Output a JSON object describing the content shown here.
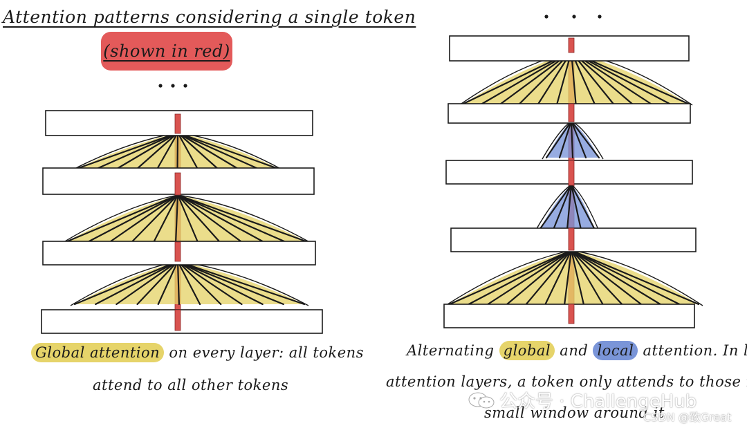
{
  "title": "Attention patterns considering a single token",
  "subtitle": "(shown in red)",
  "left_caption": {
    "highlight": "Global attention",
    "rest_line1": " on every layer: all tokens",
    "line2": "attend to all other tokens"
  },
  "right_caption": {
    "prefix": "Alternating ",
    "global_word": "global",
    "and_word": " and ",
    "local_word": "local",
    "rest_line1": " attention. In local",
    "line2": "attention layers, a token only attends to those in a",
    "line3": "small window around it"
  },
  "left_ellipsis": "• • •",
  "right_ellipsis": "• • •",
  "watermark": {
    "main": "公众号 · ChallengeHub",
    "credit": "CSDN @致Great"
  },
  "colors": {
    "token_red": "#d9534f",
    "badge_red": "#e35a5a",
    "global_yellow": "#e6d46a",
    "local_blue": "#7a95d8",
    "ink": "#1a1a1a"
  }
}
